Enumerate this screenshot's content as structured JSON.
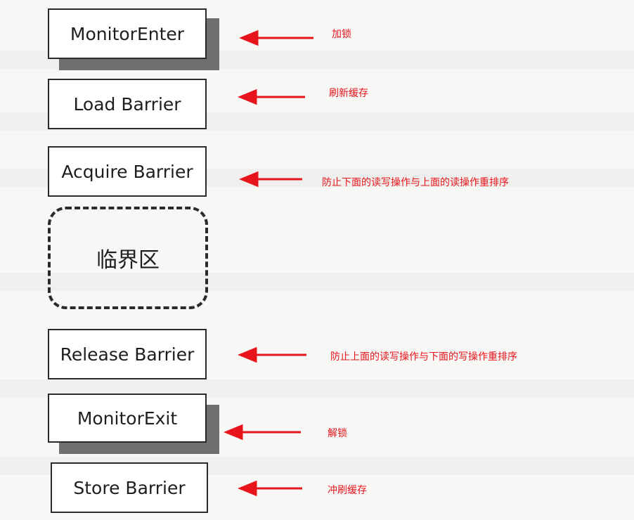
{
  "diagram": {
    "steps": [
      {
        "id": "monitor-enter",
        "label": "MonitorEnter",
        "annotation": "加锁"
      },
      {
        "id": "load-barrier",
        "label": "Load Barrier",
        "annotation": "刷新缓存"
      },
      {
        "id": "acquire-barrier",
        "label": "Acquire Barrier",
        "annotation": "防止下面的读写操作与上面的读操作重排序"
      },
      {
        "id": "critical-section",
        "label": "临界区",
        "annotation": ""
      },
      {
        "id": "release-barrier",
        "label": "Release Barrier",
        "annotation": "防止上面的读写操作与下面的写操作重排序"
      },
      {
        "id": "monitor-exit",
        "label": "MonitorExit",
        "annotation": "解锁"
      },
      {
        "id": "store-barrier",
        "label": "Store Barrier",
        "annotation": "冲刷缓存"
      }
    ]
  },
  "colors": {
    "annotation": "#e8141b",
    "box_border": "#2a2a2a",
    "shadow": "#6f6f6f"
  }
}
